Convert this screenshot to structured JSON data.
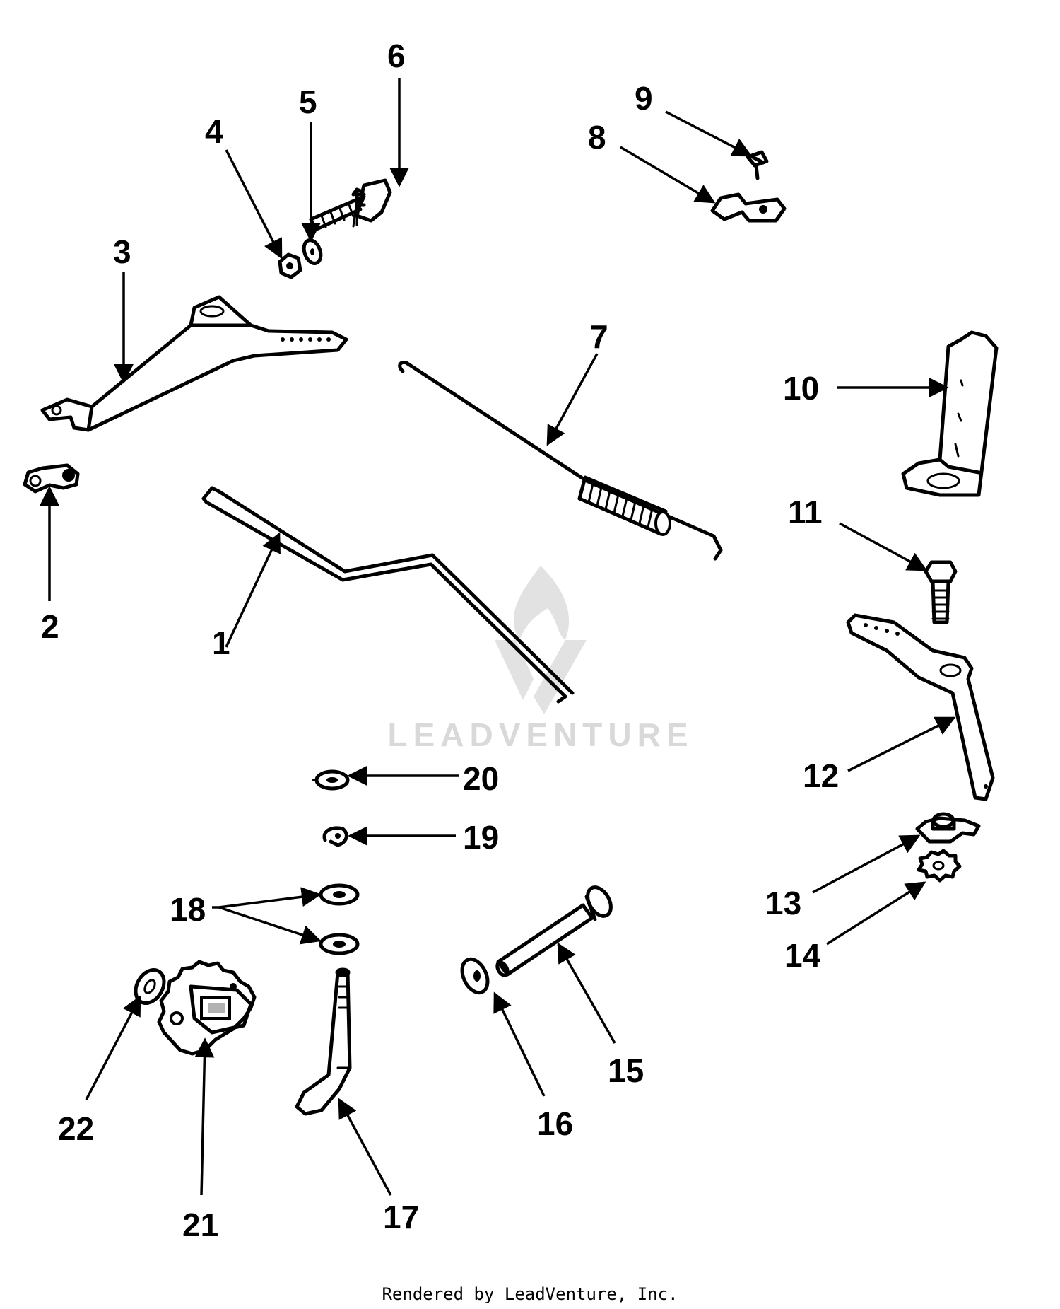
{
  "callouts": [
    "1",
    "2",
    "3",
    "4",
    "5",
    "6",
    "7",
    "8",
    "9",
    "10",
    "11",
    "12",
    "13",
    "14",
    "15",
    "16",
    "17",
    "18",
    "19",
    "20",
    "21",
    "22"
  ],
  "watermark": "LEADVENTURE",
  "footer": "Rendered by LeadVenture, Inc.",
  "colors": {
    "ink": "#000000",
    "background": "#ffffff",
    "watermark": "#d9d9d9"
  }
}
